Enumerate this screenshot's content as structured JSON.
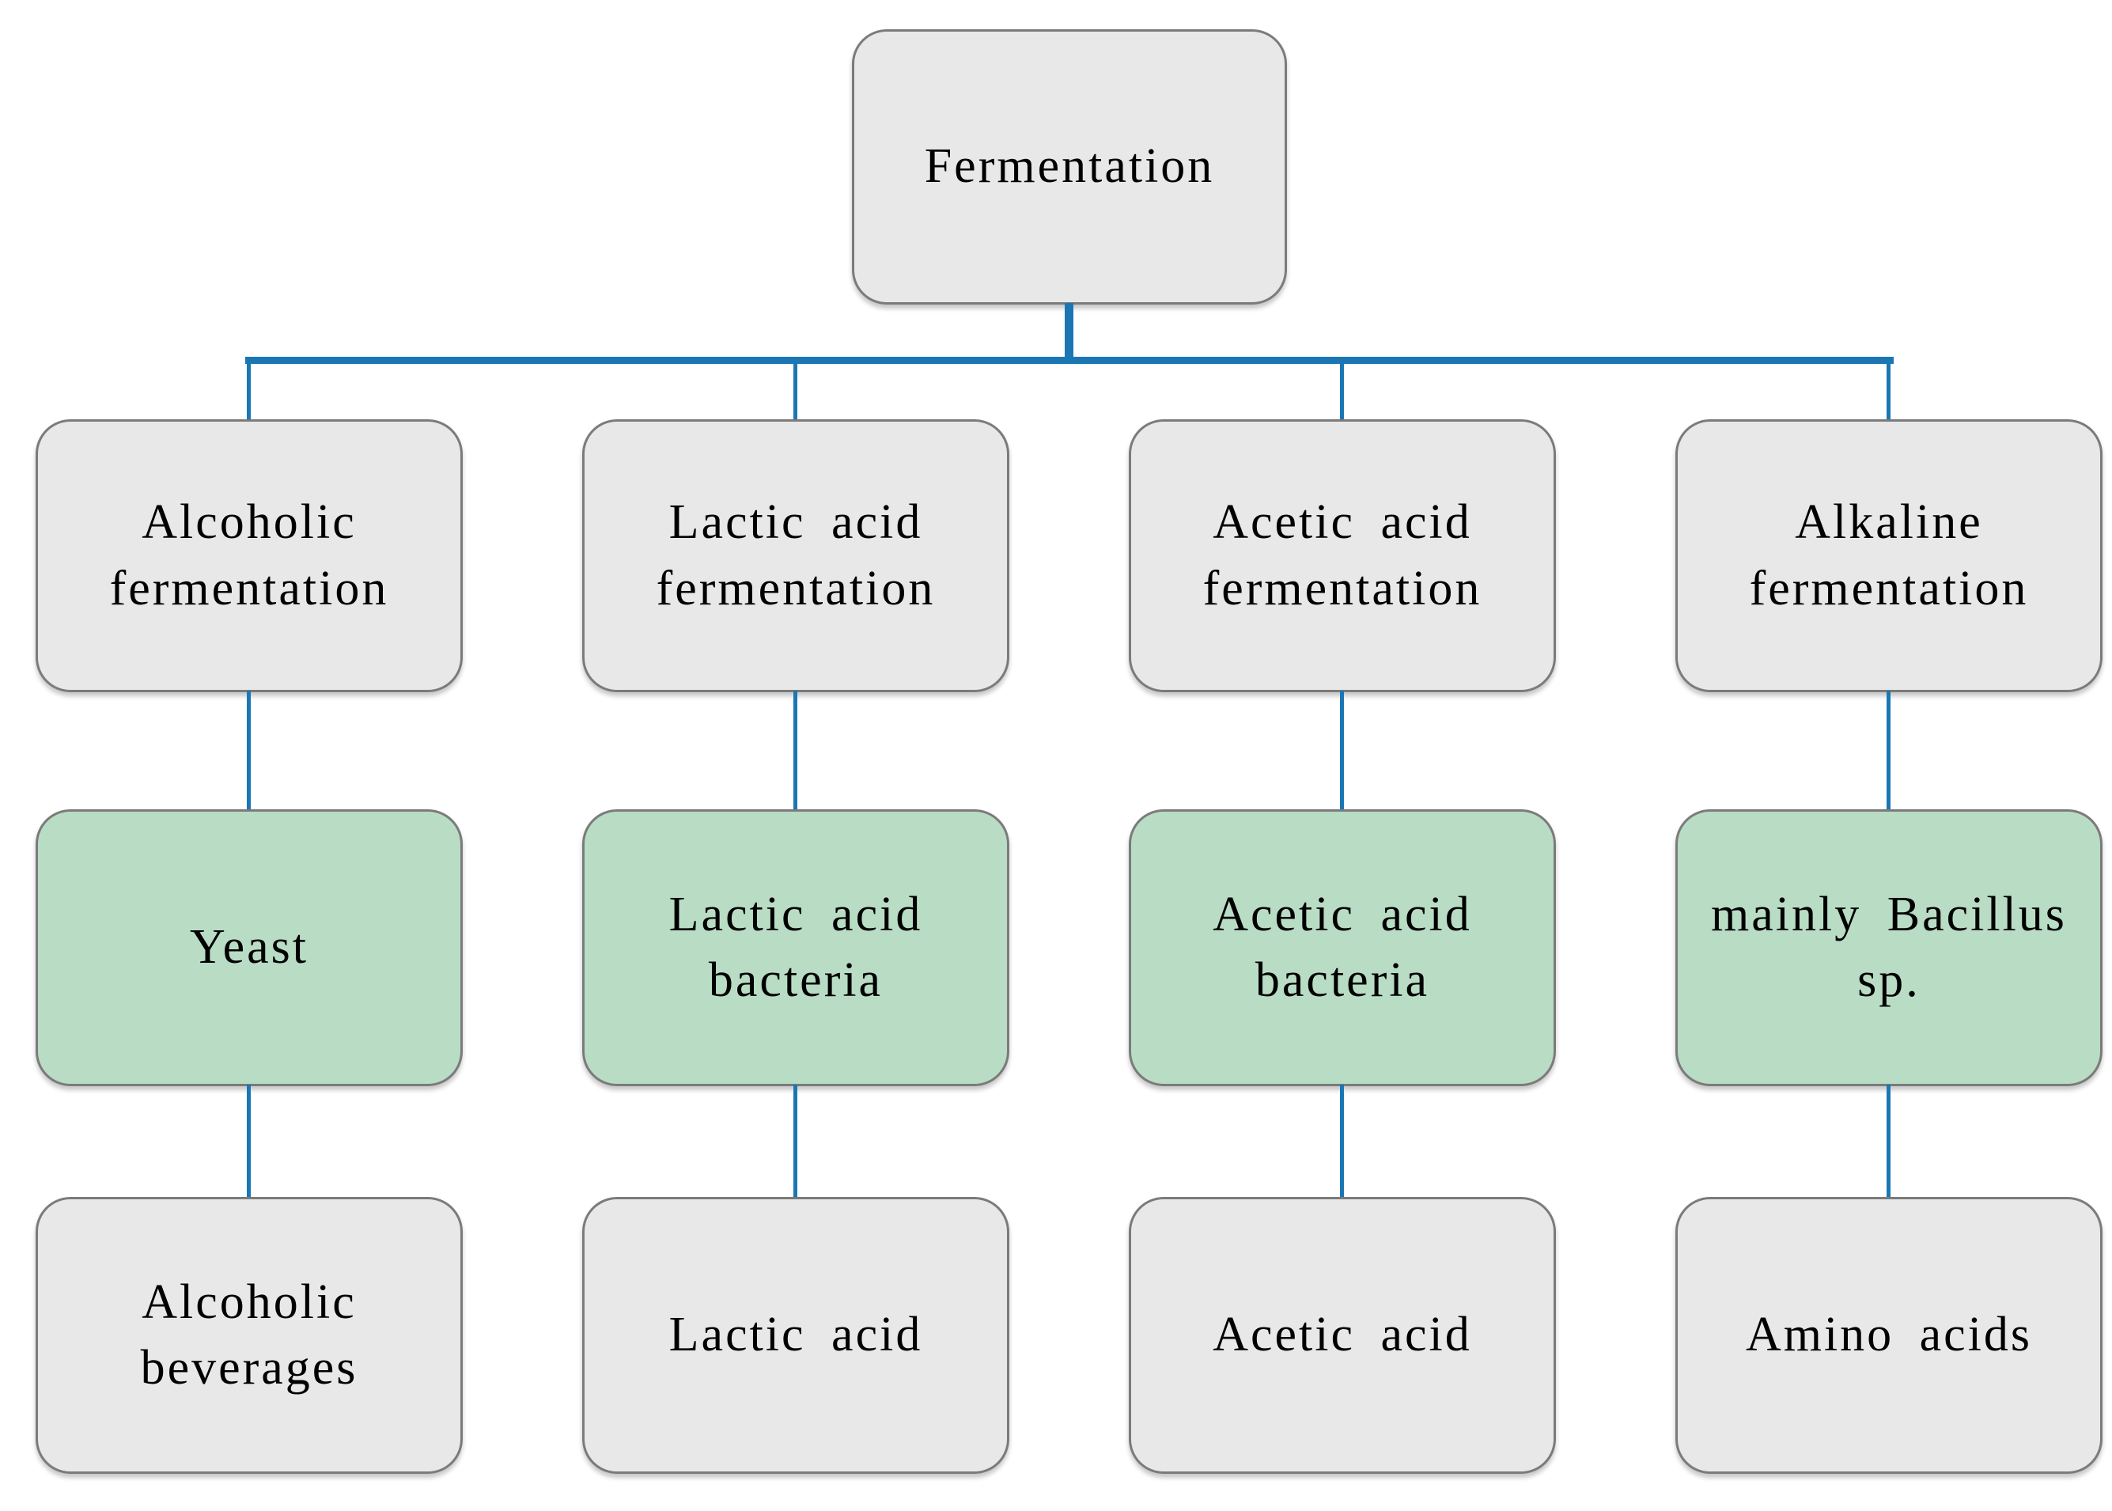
{
  "diagram": {
    "type": "flowchart",
    "root": {
      "label": "Fermentation"
    },
    "columns": [
      {
        "fermentation_type": "Alcoholic fermentation",
        "organisms": "Yeast",
        "products": "Alcoholic beverages"
      },
      {
        "fermentation_type": "Lactic acid fermentation",
        "organisms": "Lactic acid bacteria",
        "products": "Lactic acid"
      },
      {
        "fermentation_type": "Acetic acid fermentation",
        "organisms": "Acetic acid bacteria",
        "products": "Acetic acid"
      },
      {
        "fermentation_type": "Alkaline fermentation",
        "organisms": "mainly Bacillus sp.",
        "products": "Amino acids"
      }
    ],
    "colors": {
      "box_gray": "#e8e8e8",
      "box_green": "#b9dcc5",
      "connector_blue": "#1b77b4",
      "border_gray": "#7b7b7b",
      "text_black": "#000000",
      "background": "#ffffff"
    }
  }
}
